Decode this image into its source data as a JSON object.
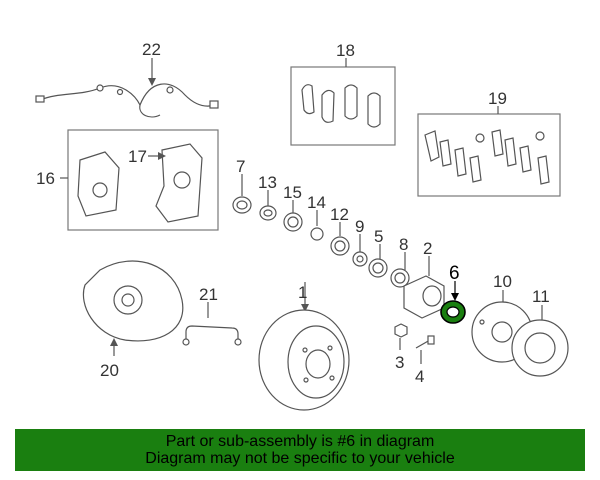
{
  "diagram": {
    "callouts": {
      "p1": "1",
      "p2": "2",
      "p3": "3",
      "p4": "4",
      "p5": "5",
      "p6": "6",
      "p7": "7",
      "p8": "8",
      "p9": "9",
      "p10": "10",
      "p11": "11",
      "p12": "12",
      "p13": "13",
      "p14": "14",
      "p15": "15",
      "p16": "16",
      "p17": "17",
      "p18": "18",
      "p19": "19",
      "p20": "20",
      "p21": "21",
      "p22": "22"
    },
    "highlighted_part": "6",
    "highlight_color": "#1a7f10"
  },
  "banner": {
    "line1": "Part or sub-assembly is #6 in diagram",
    "line2": "Diagram may not be specific to your vehicle",
    "background": "#1a7f10"
  }
}
